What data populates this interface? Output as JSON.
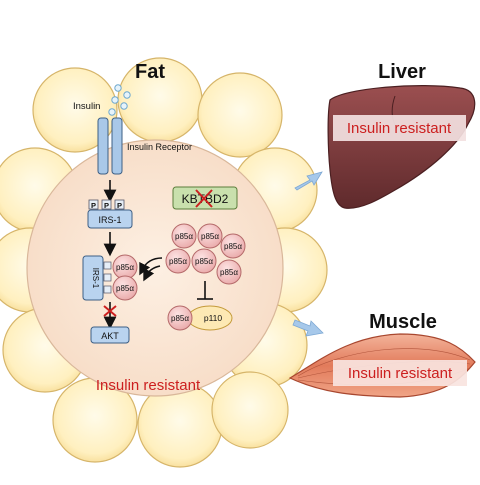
{
  "titles": {
    "fat": "Fat",
    "liver": "Liver",
    "muscle": "Muscle"
  },
  "labels": {
    "insulin": "Insulin",
    "insulin_receptor": "Insulin Receptor",
    "phospho": "P",
    "irs1": "IRS-1",
    "irs1_vertical": "IRS-1",
    "p85a": "p85α",
    "p110": "p110",
    "akt": "AKT",
    "kbtbd2": "KBTBD2",
    "fat_state": "Insulin resistant",
    "liver_state": "Insulin resistant",
    "muscle_state": "Insulin resistant"
  },
  "colors": {
    "adipocyte_fill": "#fff2c6",
    "adipocyte_stroke": "#d6b56a",
    "cell_interior": "#fbe4d2",
    "receptor": "#a9c8e8",
    "irs_box": "#b9d3ef",
    "p85_fill": "#f4c4c4",
    "p85_stroke": "#b56a6a",
    "p110_fill": "#fde9b4",
    "kbtbd2_fill": "#c9e0ad",
    "red_text": "#cc1f1f",
    "liver": "#7d3d3f",
    "muscle": "#e48a6c",
    "arrow": "#a6c8ea"
  }
}
